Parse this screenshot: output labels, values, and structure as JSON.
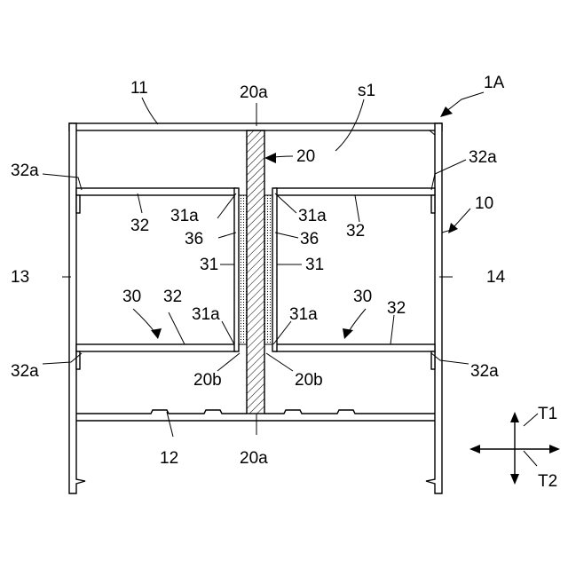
{
  "figure": {
    "labels": {
      "figure_id": "1A",
      "top_wall": "11",
      "bottom_wall": "12",
      "left_wall": "13",
      "right_wall": "14",
      "frame": "10",
      "partition": "20",
      "partition_end_top": "20a",
      "partition_end_bottom": "20a",
      "partition_face_left": "20b",
      "partition_face_right": "20b",
      "space": "s1",
      "unit_left": "30",
      "unit_right": "30",
      "plate_upper_left": "32",
      "plate_upper_right": "32",
      "plate_lower_left": "32",
      "plate_lower_right": "32",
      "plate_end_ul": "32a",
      "plate_end_ur": "32a",
      "plate_end_ll": "32a",
      "plate_end_lr": "32a",
      "flange_ul": "31a",
      "flange_ur": "31a",
      "flange_ll": "31a",
      "flange_lr": "31a",
      "web_left": "31",
      "web_right": "31",
      "adhesive_left": "36",
      "adhesive_right": "36",
      "dir_1": "T1",
      "dir_2": "T2"
    }
  }
}
